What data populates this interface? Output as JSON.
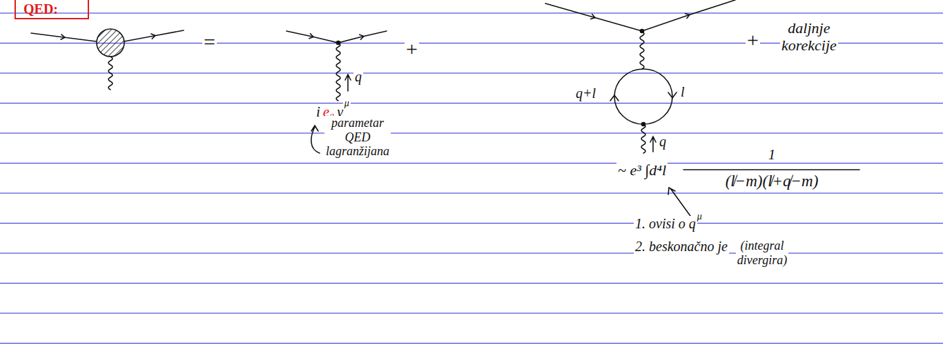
{
  "diagram": {
    "title": "QED:",
    "labels": [
      "=",
      "+",
      "+",
      "daljnje korekcije",
      "q",
      "i",
      "e₀",
      "γ",
      "μ",
      "parametar QED lagranžijana",
      "q+l",
      "l",
      "q",
      "~ e³ ∫d⁴l",
      "1",
      "(l̸−m)(l̸+q̸−m)",
      "1. ovisi o q",
      "μ",
      "2. beskonačno je",
      "(integral divergira)"
    ]
  }
}
